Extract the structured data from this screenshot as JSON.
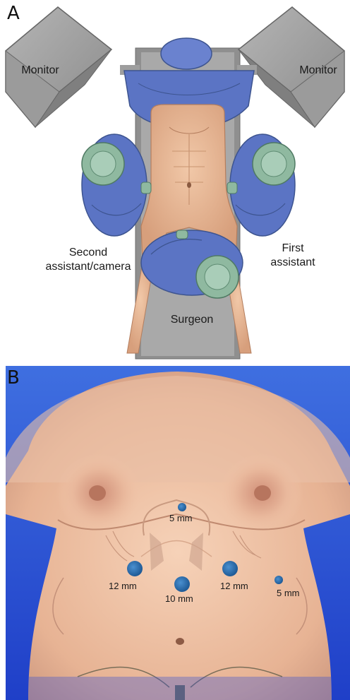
{
  "panel_a": {
    "letter": "A",
    "monitor_left": "Monitor",
    "monitor_right": "Monitor",
    "second_assistant_line1": "Second",
    "second_assistant_line2": "assistant/camera",
    "first_assistant_line1": "First",
    "first_assistant_line2": "assistant",
    "surgeon": "Surgeon"
  },
  "panel_b": {
    "letter": "B",
    "ports": {
      "epigastric": "5 mm",
      "left_12": "12 mm",
      "camera_10": "10 mm",
      "right_12": "12 mm",
      "lateral_5": "5 mm"
    }
  },
  "colors": {
    "drape_blue": "#5b74c4",
    "gown_green": "#8fb9a0",
    "skin": "#e6b796",
    "monitor_gray": "#9a9a9a",
    "background_blue": "#2a4fd6",
    "port_blue": "#2c6fb0"
  }
}
